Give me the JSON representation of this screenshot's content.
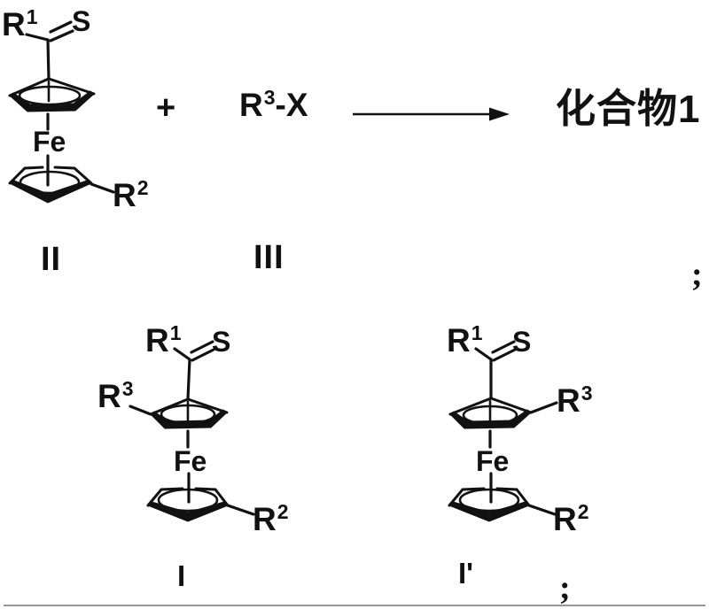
{
  "scheme_row1": {
    "plus": "+",
    "reagent": {
      "base": "R",
      "sup": "3",
      "suffix": "-X",
      "label": "III"
    },
    "product": {
      "name": "化合物",
      "number": "1"
    },
    "semicolon": ";"
  },
  "scheme_row2": {
    "semicolon": ";"
  },
  "structure_II": {
    "label": "II",
    "r1": {
      "base": "R",
      "sup": "1"
    },
    "thione_s": "S",
    "metal": "Fe",
    "r2": {
      "base": "R",
      "sup": "2"
    }
  },
  "structure_I": {
    "label": "I",
    "r1": {
      "base": "R",
      "sup": "1"
    },
    "r3": {
      "base": "R",
      "sup": "3"
    },
    "thione_s": "S",
    "metal": "Fe",
    "r2": {
      "base": "R",
      "sup": "2"
    }
  },
  "structure_I_prime": {
    "label": "I'",
    "r1": {
      "base": "R",
      "sup": "1"
    },
    "r3": {
      "base": "R",
      "sup": "3"
    },
    "thione_s": "S",
    "metal": "Fe",
    "r2": {
      "base": "R",
      "sup": "2"
    }
  },
  "colors": {
    "ink": "#111111",
    "rule": "#979797"
  }
}
